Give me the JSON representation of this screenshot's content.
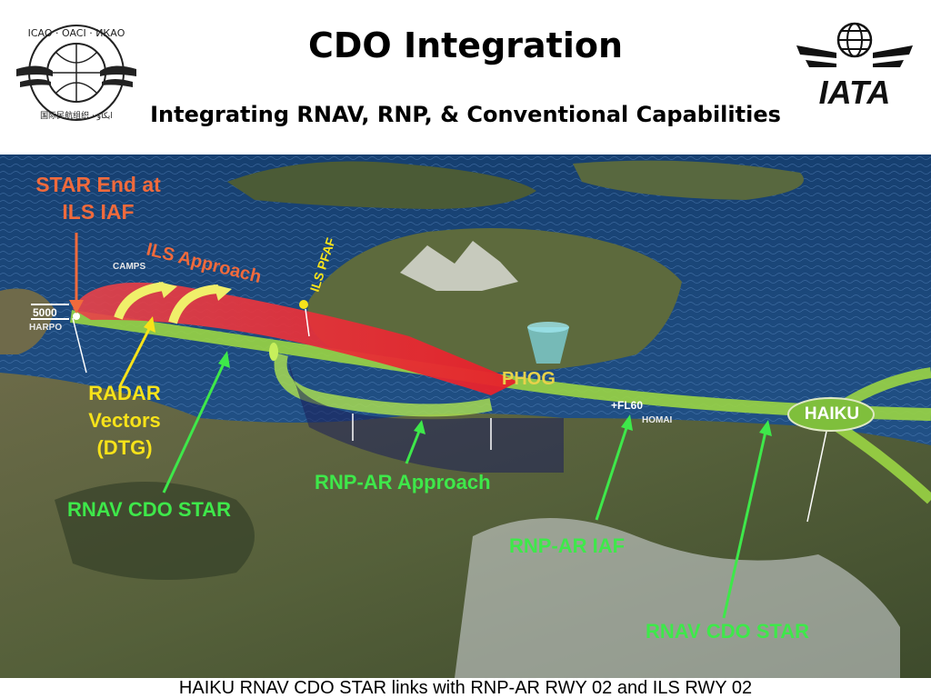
{
  "header": {
    "title": "CDO Integration",
    "subtitle": "Integrating RNAV, RNP, & Conventional Capabilities"
  },
  "logos": {
    "icao_text": "ICAO · OACI · ИКАО",
    "icao_bottom_text": "国际民航组织 · ايكاو",
    "iata_text": "IATA"
  },
  "map": {
    "labels": {
      "star_end": "STAR End at",
      "star_end_2": "ILS IAF",
      "ils_approach": "ILS Approach",
      "ils_pfaf": "ILS PFAF",
      "camps": "CAMPS",
      "altitude": "5000",
      "harpo": "HARPO",
      "phog": "PHOG",
      "fl60": "+FL60",
      "homai": "HOMAI",
      "haiku": "HAIKU",
      "radar_1": "RADAR",
      "radar_2": "Vectors",
      "radar_3": "(DTG)",
      "rnav_star_left": "RNAV CDO STAR",
      "rnp_ar_approach": "RNP-AR Approach",
      "rnp_ar_iaf": "RNP-AR IAF",
      "rnav_star_right": "RNAV CDO STAR"
    },
    "colors": {
      "sea": "#1f4f86",
      "land": "#5e6a3c",
      "ils_path": "#e8434a",
      "rnav_path": "#9ad544",
      "label_orange": "#f06a3c",
      "label_green": "#3ee84a",
      "label_yellow": "#f7e21a"
    }
  },
  "footer": {
    "caption": "HAIKU RNAV CDO STAR links with RNP-AR RWY 02 and ILS RWY 02"
  }
}
